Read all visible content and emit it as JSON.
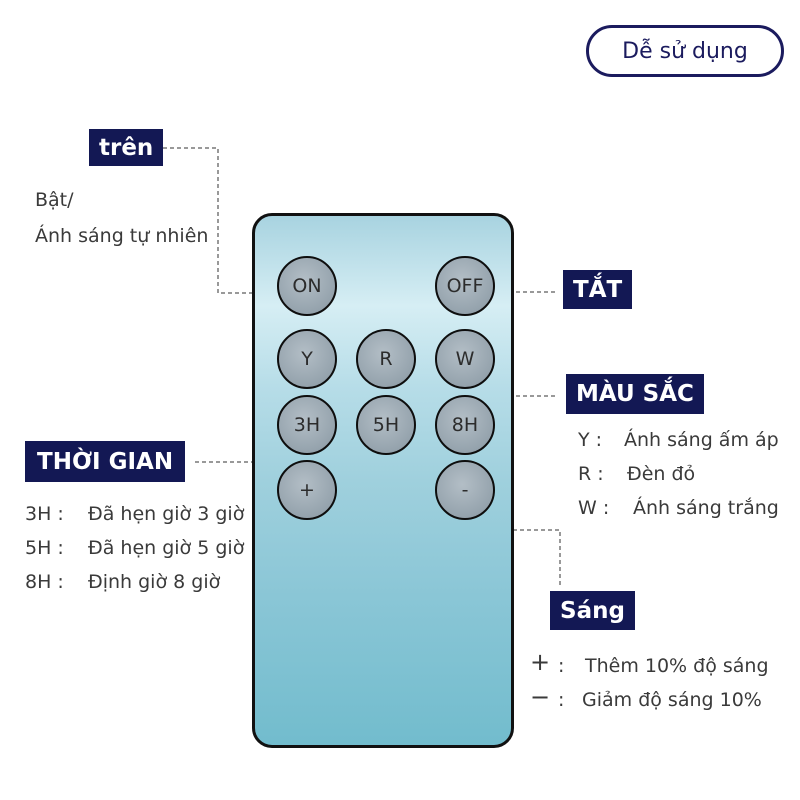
{
  "header": {
    "badge": "Dễ sử dụng"
  },
  "buttons": {
    "on": "ON",
    "off": "OFF",
    "y": "Y",
    "r": "R",
    "w": "W",
    "h3": "3H",
    "h5": "5H",
    "h8": "8H",
    "plus": "+",
    "minus": "-"
  },
  "callouts": {
    "on": {
      "tag": "trên",
      "desc_line1": "Bật/",
      "desc_line2": "Ánh sáng tự nhiên"
    },
    "off": {
      "tag": "TẮT"
    },
    "color": {
      "tag": "MÀU SẮC",
      "items": [
        {
          "key": "Y :",
          "value": "Ánh sáng ấm áp"
        },
        {
          "key": "R :",
          "value": "Đèn đỏ"
        },
        {
          "key": "W :",
          "value": "Ánh sáng trắng"
        }
      ]
    },
    "time": {
      "tag": "THỜI GIAN",
      "items": [
        {
          "key": "3H :",
          "value": "Đã hẹn giờ 3 giờ"
        },
        {
          "key": "5H :",
          "value": "Đã hẹn giờ 5 giờ"
        },
        {
          "key": "8H :",
          "value": "Định giờ 8 giờ"
        }
      ]
    },
    "brightness": {
      "tag": "Sáng",
      "items": [
        {
          "key": "+",
          "value": "Thêm 10% độ sáng"
        },
        {
          "key": "−",
          "value": "Giảm độ sáng 10%"
        }
      ]
    }
  },
  "colors": {
    "tag_bg": "#131854",
    "remote_blue": "#8ac6d6",
    "button_gray": "#95a3ad"
  }
}
